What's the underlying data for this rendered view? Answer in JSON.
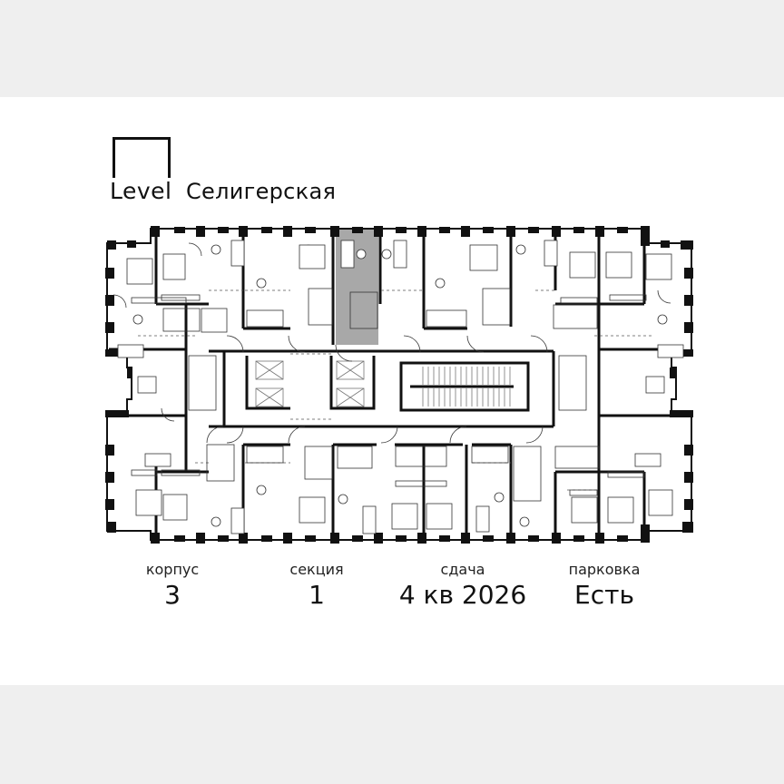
{
  "header": {
    "logo_word": "Level",
    "project_name": "Селигерская",
    "logo_icon": "square-outline-icon"
  },
  "floor_plan": {
    "type": "floor-plan",
    "highlighted_unit_color": "#a8a8a8",
    "wall_color": "#111111",
    "background": "#ffffff"
  },
  "info": [
    {
      "label": "корпус",
      "value": "3"
    },
    {
      "label": "секция",
      "value": "1"
    },
    {
      "label": "сдача",
      "value": "4 кв 2026"
    },
    {
      "label": "парковка",
      "value": "Есть"
    }
  ],
  "colors": {
    "page_background": "#efefef",
    "card_background": "#ffffff",
    "text": "#111111"
  }
}
